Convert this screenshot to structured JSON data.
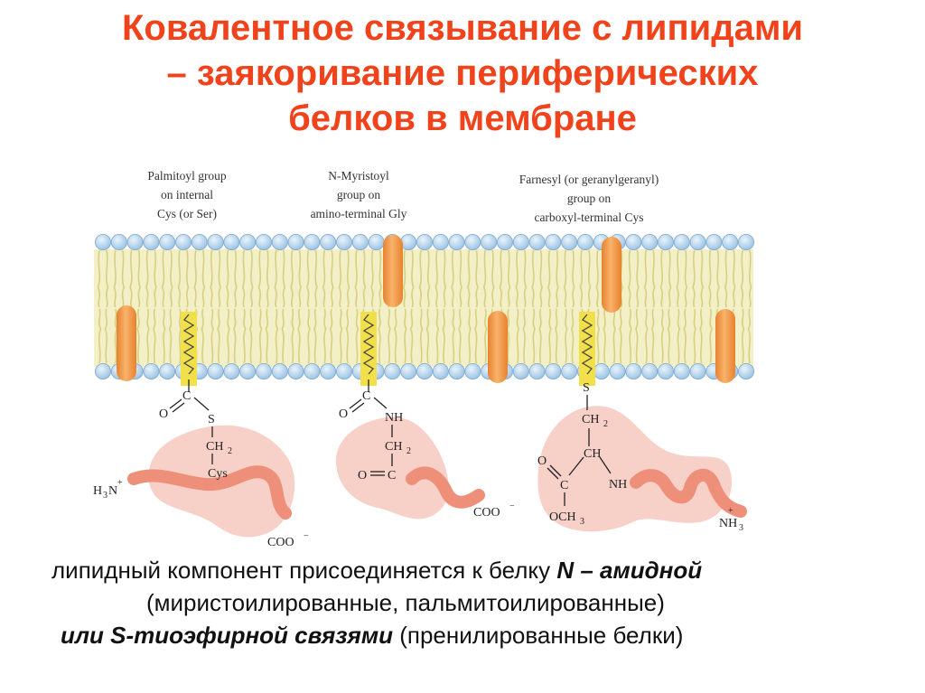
{
  "title": {
    "line1": "Ковалентное связывание с липидами",
    "line2": "– заякоривание периферических",
    "line3": "белков в мембране"
  },
  "labels": {
    "palmitoyl": [
      "Palmitoyl group",
      "on internal",
      "Cys (or Ser)"
    ],
    "myristoyl": [
      "N-Myristoyl",
      "group on",
      "amino-terminal Gly"
    ],
    "farnesyl": [
      "Farnesyl (or geranylgeranyl)",
      "group on",
      "carboxyl-terminal Cys"
    ]
  },
  "chem": {
    "s": "S",
    "o": "O",
    "ch2": "CH",
    "sub2": "2",
    "cys": "Cys",
    "nh": "NH",
    "ch": "CH",
    "c": "C",
    "och": "OCH",
    "sub3": "3",
    "h3n": "H",
    "n": "N",
    "nh3": "NH",
    "coo": "COO",
    "minus": "−",
    "plus": "+"
  },
  "caption": {
    "line1_text": "липидный компонент присоединяется к белку ",
    "line1_em": "N – амидной",
    "line2_text": "(миристоилированные, пальмитоилированные)",
    "line3_em": "или S-тиоэфирной связями",
    "line3_text": " (пренилированные белки)"
  },
  "colors": {
    "title": "#f0431c",
    "head_blue": "#b4d3ec",
    "tail_yellow": "#e9e4a8",
    "anchor_orange": "#f39c45",
    "protein_pink": "#f7d0c8",
    "chain_salmon": "#ee8f7a",
    "highlight_yellow": "#f2e04a"
  }
}
